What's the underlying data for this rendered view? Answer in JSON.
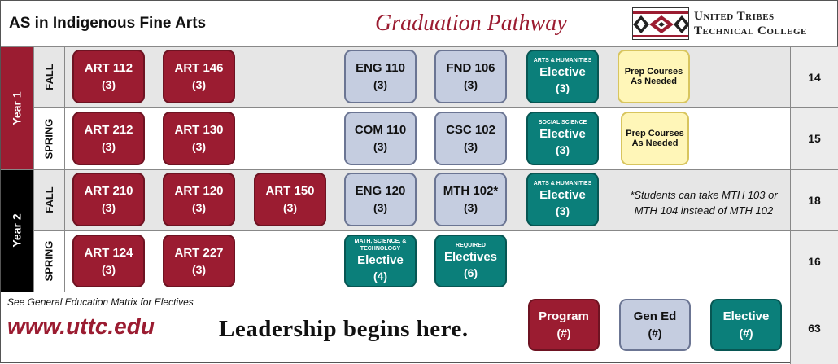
{
  "header": {
    "program_title": "AS in Indigenous Fine Arts",
    "pathway_title": "Graduation Pathway",
    "college_line1": "United Tribes",
    "college_line2": "Technical College"
  },
  "colors": {
    "program": "#9b1c31",
    "gened": "#c5cde0",
    "elective": "#0b7f7a",
    "prep": "#fff6b8",
    "year2": "#000000",
    "row_gray": "#e6e6e6"
  },
  "years": [
    {
      "label": "Year 1"
    },
    {
      "label": "Year 2"
    }
  ],
  "semesters": [
    {
      "label": "FALL",
      "credits": "14",
      "courses": [
        {
          "code": "ART 112",
          "credits": "(3)"
        },
        {
          "code": "ART 146",
          "credits": "(3)"
        },
        {
          "code": "ENG 110",
          "credits": "(3)"
        },
        {
          "code": "FND 106",
          "credits": "(3)"
        },
        {
          "category": "Arts & Humanities",
          "code": "Elective",
          "credits": "(3)"
        },
        {
          "code": "Prep Courses",
          "credits": "As Needed"
        }
      ]
    },
    {
      "label": "SPRING",
      "credits": "15",
      "courses": [
        {
          "code": "ART 212",
          "credits": "(3)"
        },
        {
          "code": "ART 130",
          "credits": "(3)"
        },
        {
          "code": "COM 110",
          "credits": "(3)"
        },
        {
          "code": "CSC 102",
          "credits": "(3)"
        },
        {
          "category": "Social Science",
          "code": "Elective",
          "credits": "(3)"
        },
        {
          "code": "Prep Courses",
          "credits": "As Needed"
        }
      ]
    },
    {
      "label": "FALL",
      "credits": "18",
      "courses": [
        {
          "code": "ART 210",
          "credits": "(3)"
        },
        {
          "code": "ART 120",
          "credits": "(3)"
        },
        {
          "code": "ART 150",
          "credits": "(3)"
        },
        {
          "code": "ENG 120",
          "credits": "(3)"
        },
        {
          "code": "MTH 102*",
          "credits": "(3)"
        },
        {
          "category": "Arts & Humanities",
          "code": "Elective",
          "credits": "(3)"
        }
      ],
      "note": "*Students can take MTH 103 or MTH 104 instead of MTH 102"
    },
    {
      "label": "SPRING",
      "credits": "16",
      "courses": [
        {
          "code": "ART 124",
          "credits": "(3)"
        },
        {
          "code": "ART 227",
          "credits": "(3)"
        },
        {
          "category": "Math, Science, & Technology",
          "code": "Elective",
          "credits": "(4)"
        },
        {
          "category": "Required",
          "code": "Electives",
          "credits": "(6)"
        }
      ]
    }
  ],
  "footer": {
    "matrix_note": "See General Education Matrix for Electives",
    "website": "www.uttc.edu",
    "slogan": "Leadership begins here.",
    "total_credits": "63",
    "legend": [
      {
        "label": "Program",
        "sub": "(#)"
      },
      {
        "label": "Gen Ed",
        "sub": "(#)"
      },
      {
        "label": "Elective",
        "sub": "(#)"
      }
    ]
  }
}
